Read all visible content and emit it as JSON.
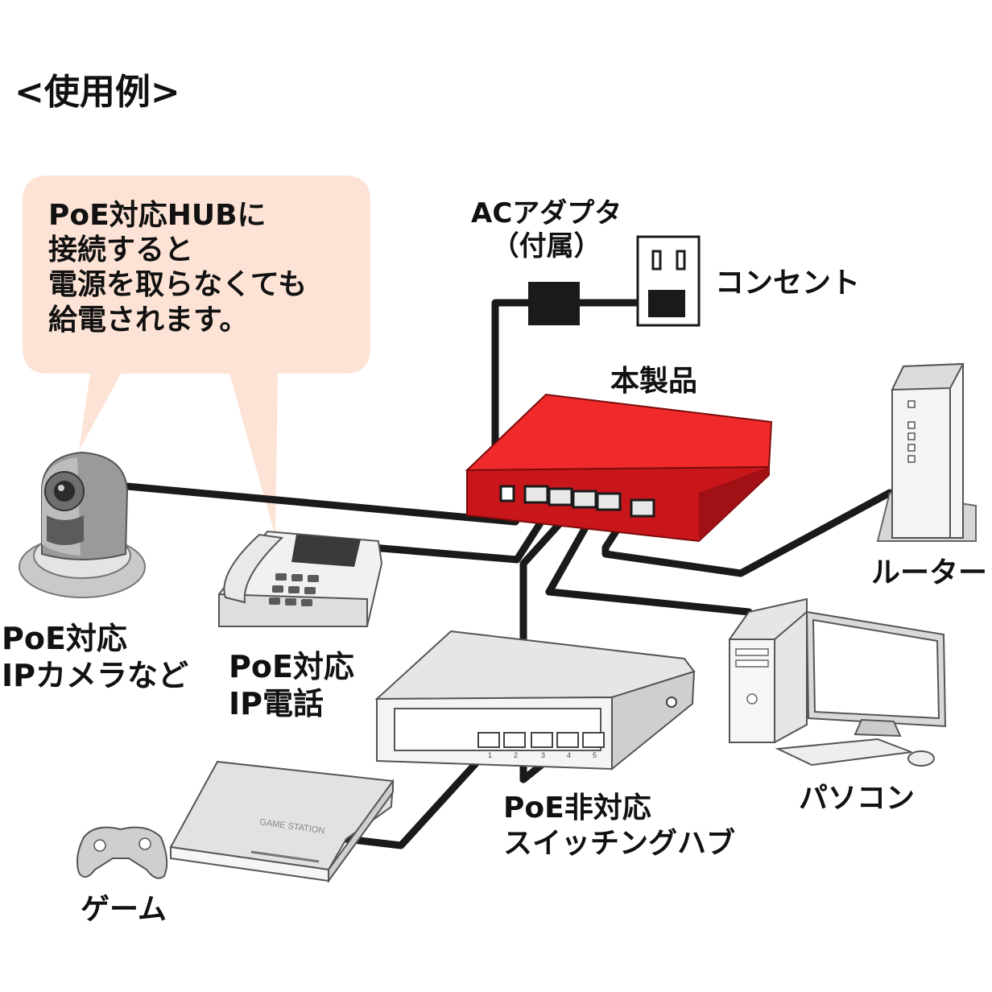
{
  "heading": "<使用例>",
  "callout": {
    "lines": [
      "PoE対応HUBに",
      "接続すると",
      "電源を取らなくても",
      "給電されます。"
    ],
    "background_color": "#fde3d5"
  },
  "ac_adapter": {
    "lines": [
      "ACアダプタ",
      "（付属）"
    ]
  },
  "outlet": {
    "label": "コンセント"
  },
  "product": {
    "label": "本製品",
    "color": "#e0181b"
  },
  "router": {
    "label": "ルーター"
  },
  "camera": {
    "lines": [
      "PoE対応",
      "IPカメラなど"
    ]
  },
  "phone": {
    "lines": [
      "PoE対応",
      "IP電話"
    ]
  },
  "switch": {
    "lines": [
      "PoE非対応",
      "スイッチングハブ"
    ],
    "port_numbers": [
      "1",
      "2",
      "3",
      "4",
      "5"
    ]
  },
  "pc": {
    "label": "パソコン"
  },
  "game": {
    "label": "ゲーム",
    "console_text": "GAME STATION"
  }
}
